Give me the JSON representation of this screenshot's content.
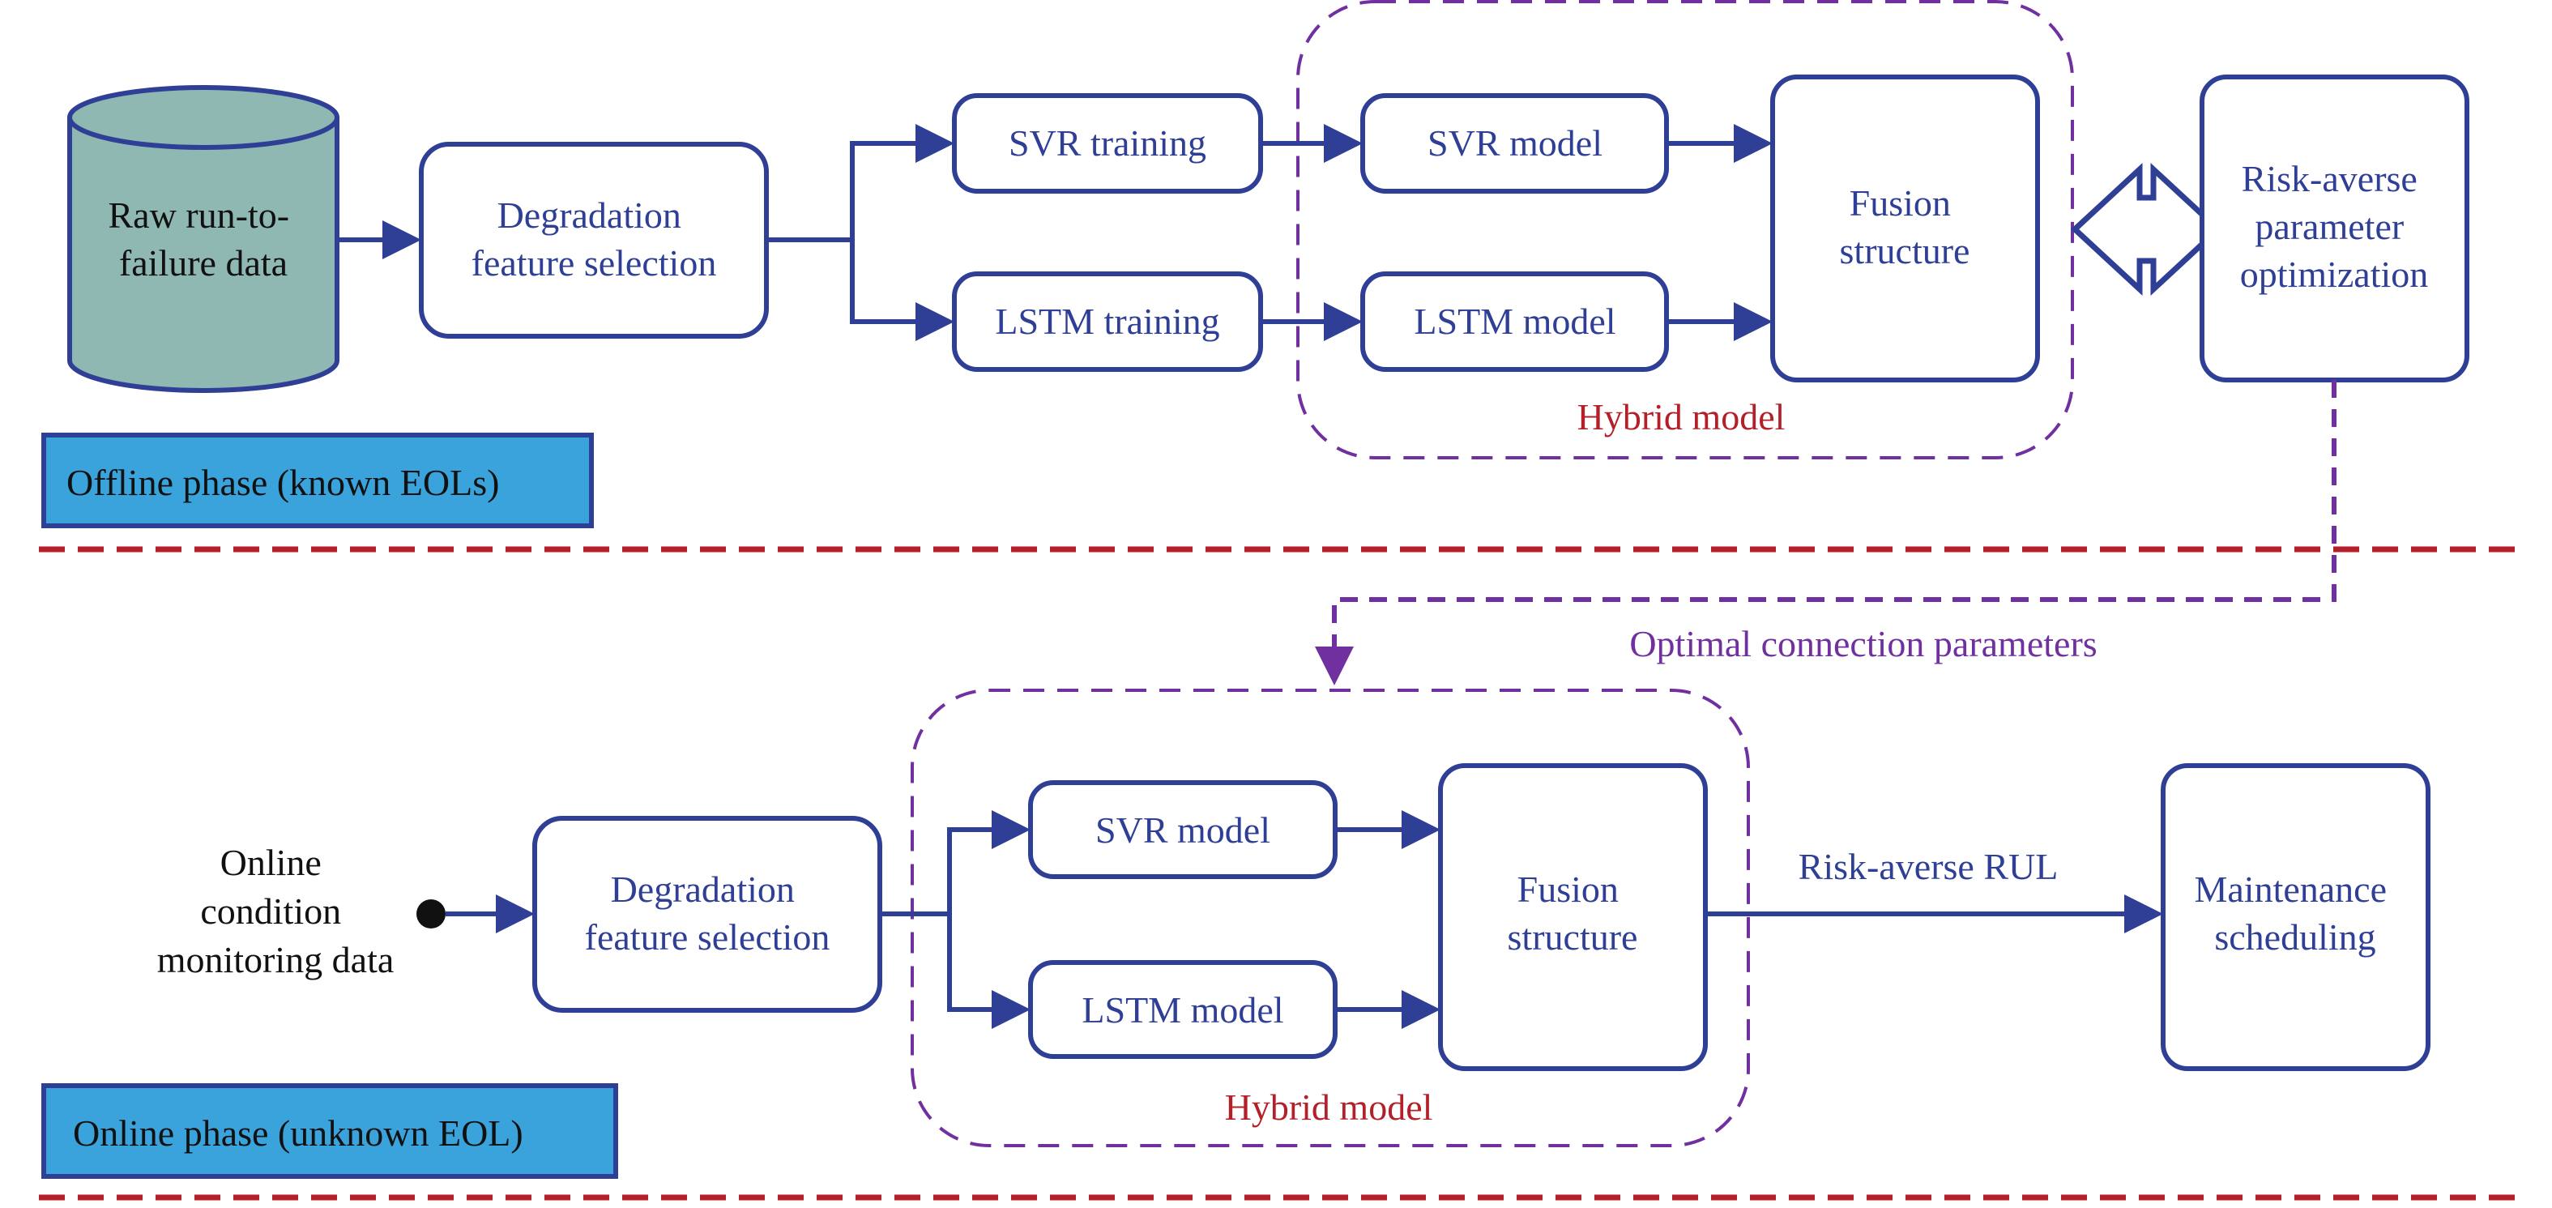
{
  "offline": {
    "raw_data": [
      "Raw run-to-",
      "failure data"
    ],
    "feature_selection": [
      "Degradation",
      "feature selection"
    ],
    "svr_training": "SVR training",
    "lstm_training": "LSTM training",
    "svr_model": "SVR model",
    "lstm_model": "LSTM model",
    "fusion": [
      "Fusion",
      "structure"
    ],
    "hybrid_label": "Hybrid model",
    "risk_param": [
      "Risk-averse",
      "parameter",
      "optimization"
    ],
    "phase_label": "Offline phase (known EOLs)"
  },
  "link": {
    "optimal_params": "Optimal connection parameters"
  },
  "online": {
    "input_data": [
      "Online",
      "condition",
      "monitoring data"
    ],
    "feature_selection": [
      "Degradation",
      "feature selection"
    ],
    "svr_model": "SVR model",
    "lstm_model": "LSTM model",
    "fusion": [
      "Fusion",
      "structure"
    ],
    "hybrid_label": "Hybrid model",
    "rul_label": "Risk-averse RUL",
    "maintenance": [
      "Maintenance",
      "scheduling"
    ],
    "phase_label": "Online phase (unknown EOL)"
  },
  "colors": {
    "box_stroke": "#2e3f95",
    "cylinder_fill": "#8fb8b3",
    "phase_fill": "#3aa3dc",
    "separator": "#b3202a",
    "hybrid_border": "#7030a0"
  }
}
